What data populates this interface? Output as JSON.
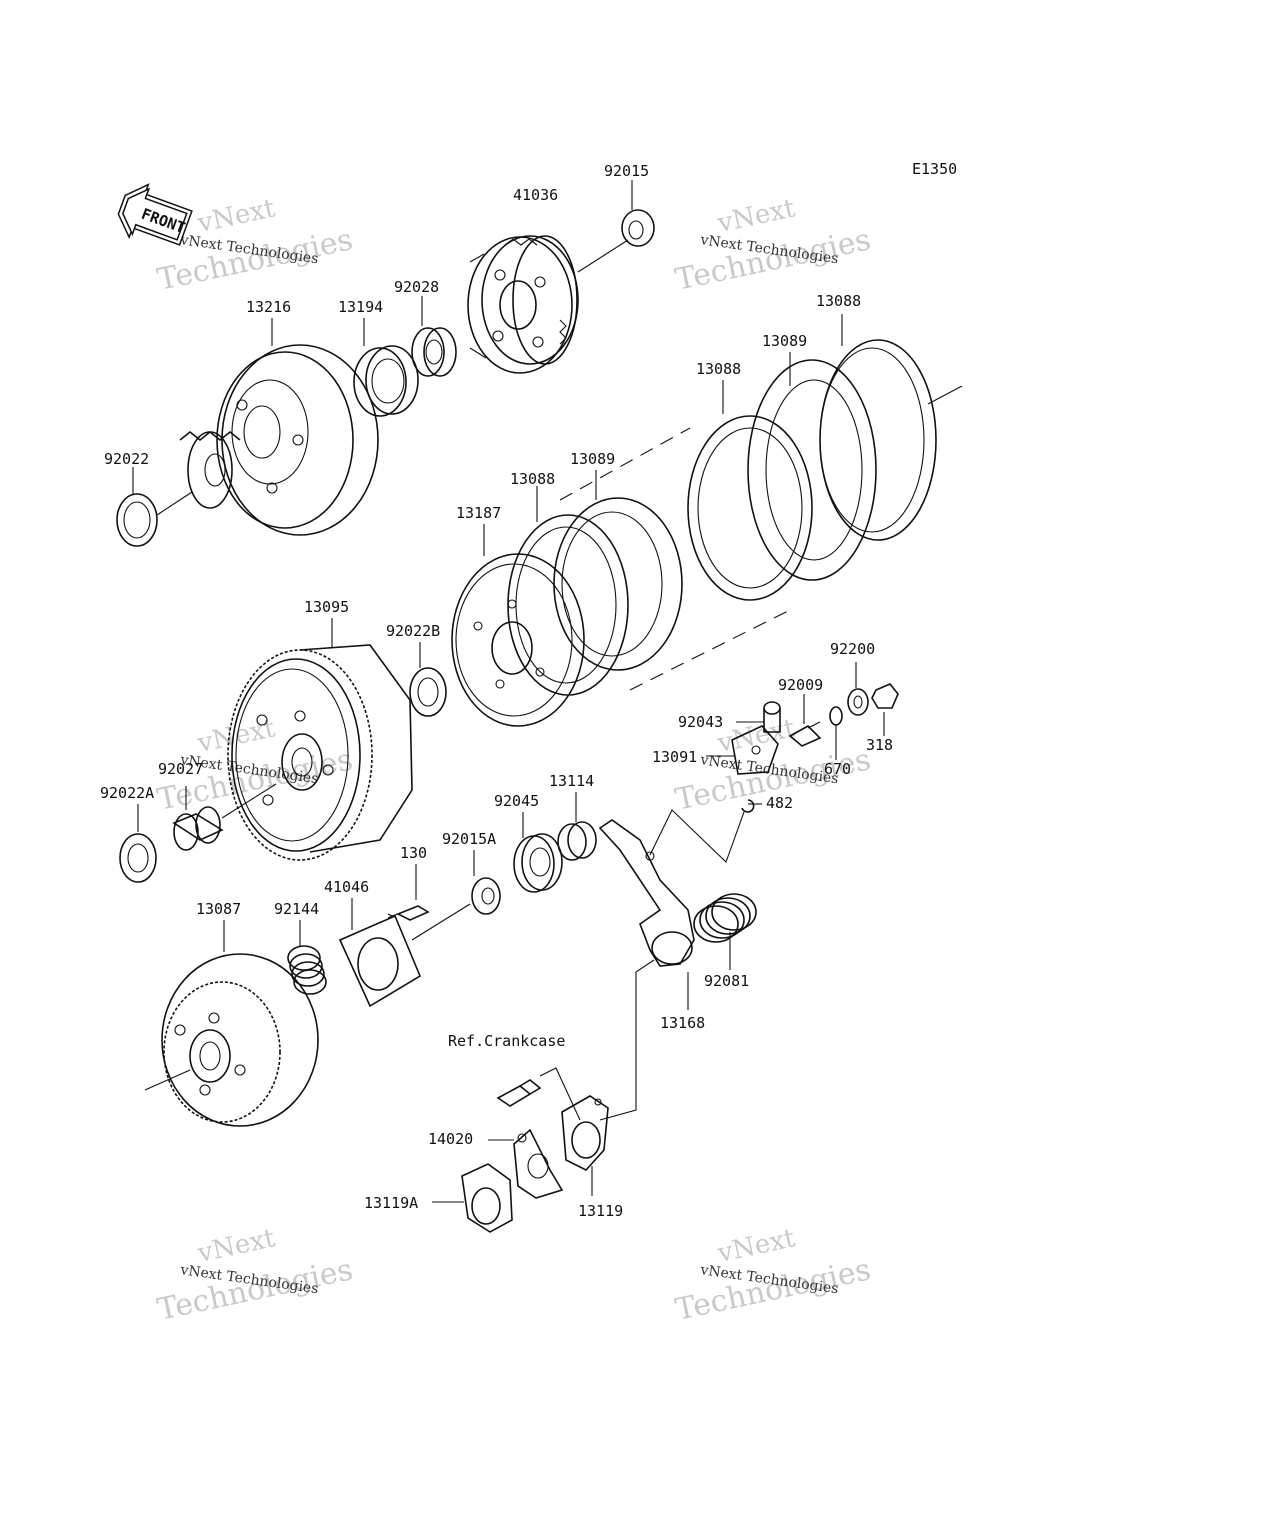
{
  "diagram_code": "E1350",
  "front_label": "FRONT",
  "reference_note": "Ref.Crankcase",
  "watermark": {
    "line1": "vNext",
    "line2": "Technologies",
    "small": "vNext Technologies"
  },
  "part_numbers": {
    "p92015": "92015",
    "p41036": "41036",
    "p13216": "13216",
    "p13194": "13194",
    "p92028": "92028",
    "p13088_top": "13088",
    "p13089_top": "13089",
    "p13088_mid": "13088",
    "p92022": "92022",
    "p13089_low": "13089",
    "p13088_low": "13088",
    "p13187": "13187",
    "p13095": "13095",
    "p92022B": "92022B",
    "p92200": "92200",
    "p92009": "92009",
    "p92043": "92043",
    "p318": "318",
    "p13091": "13091",
    "p670": "670",
    "p92027": "92027",
    "p92022A": "92022A",
    "p13114": "13114",
    "p92045": "92045",
    "p482": "482",
    "p92015A": "92015A",
    "p130": "130",
    "p41046": "41046",
    "p13087": "13087",
    "p92144": "92144",
    "p92081": "92081",
    "p13168": "13168",
    "p14020": "14020",
    "p13119A": "13119A",
    "p13119": "13119"
  }
}
